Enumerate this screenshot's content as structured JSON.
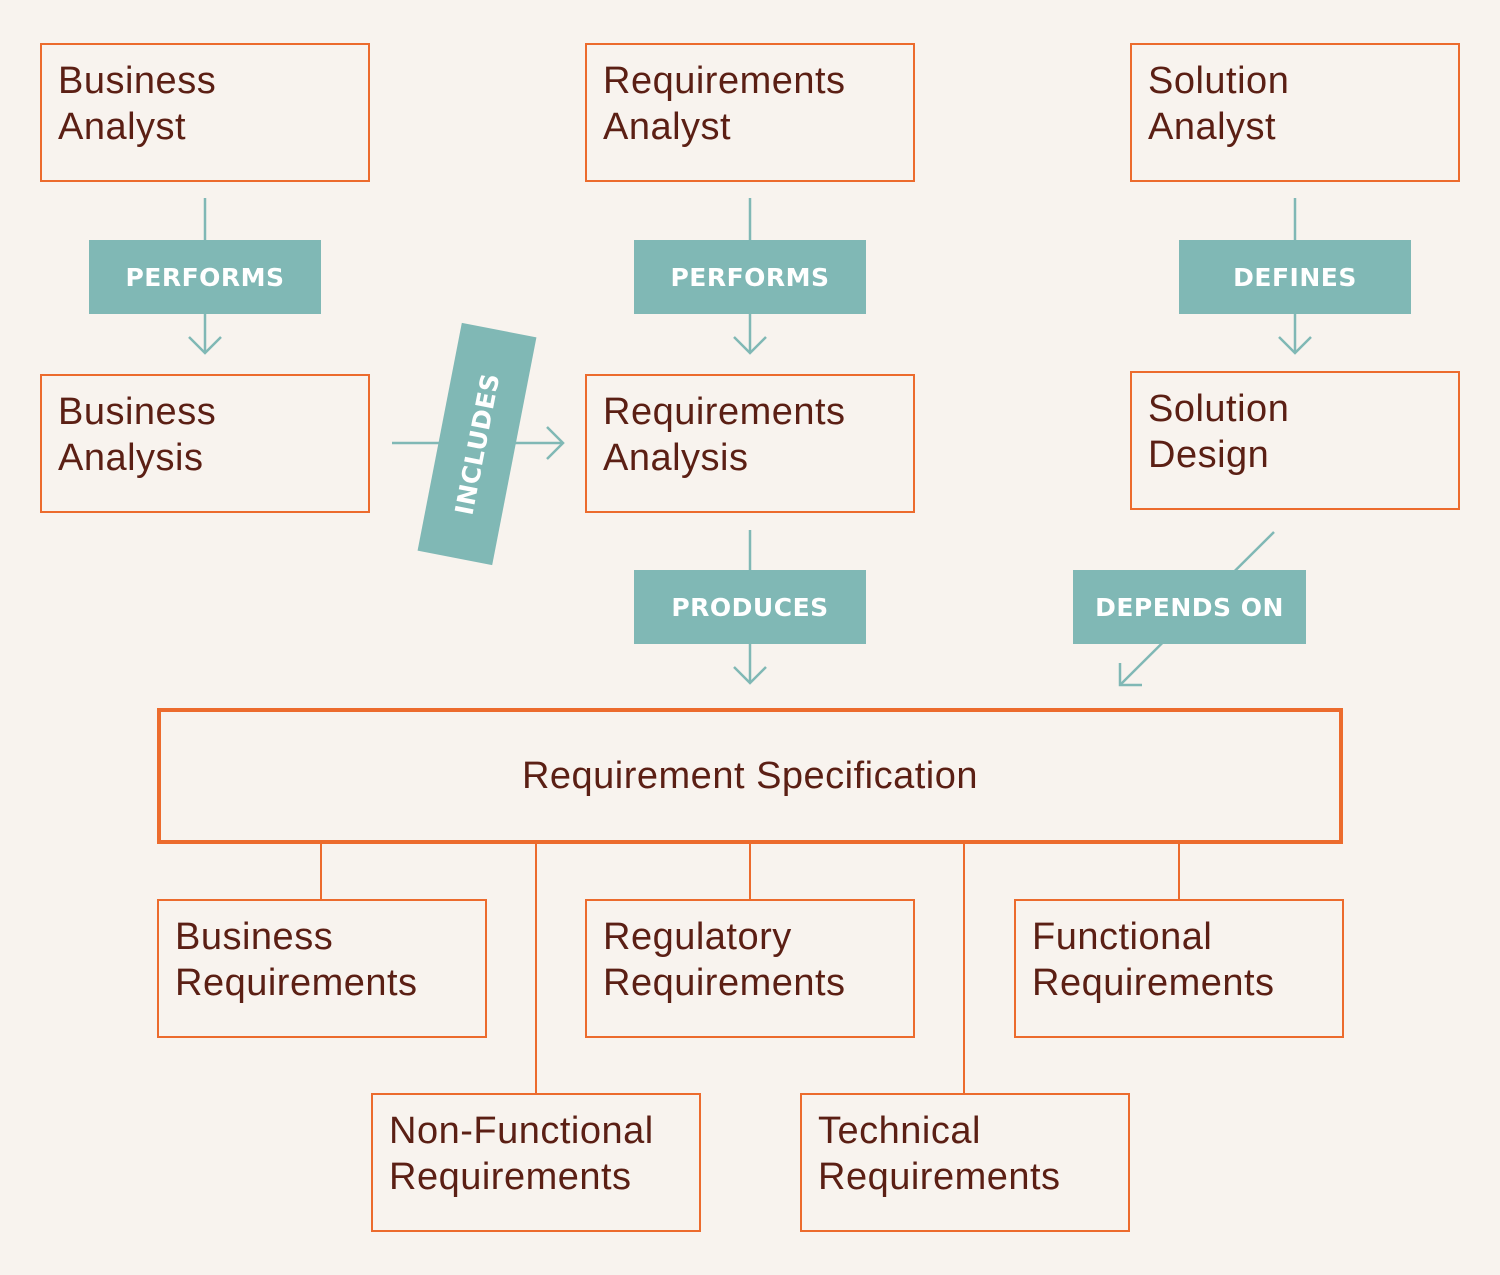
{
  "nodes": {
    "business_analyst": "Business\nAnalyst",
    "requirements_analyst": "Requirements\nAnalyst",
    "solution_analyst": "Solution\nAnalyst",
    "business_analysis": "Business\nAnalysis",
    "requirements_analysis": "Requirements\nAnalysis",
    "solution_design": "Solution\nDesign",
    "requirement_specification": "Requirement Specification",
    "business_requirements": "Business\nRequirements",
    "regulatory_requirements": "Regulatory\nRequirements",
    "functional_requirements": "Functional\nRequirements",
    "non_functional_requirements": "Non-Functional\nRequirements",
    "technical_requirements": "Technical\nRequirements"
  },
  "relations": {
    "performs_1": "PERFORMS",
    "performs_2": "PERFORMS",
    "defines": "DEFINES",
    "includes": "INCLUDES",
    "produces": "PRODUCES",
    "depends_on": "DEPENDS ON"
  },
  "colors": {
    "background": "#f8f3ee",
    "box_border": "#ec6b2d",
    "text": "#5b1f14",
    "relation_fill": "#80b8b5",
    "relation_text": "#ffffff"
  }
}
